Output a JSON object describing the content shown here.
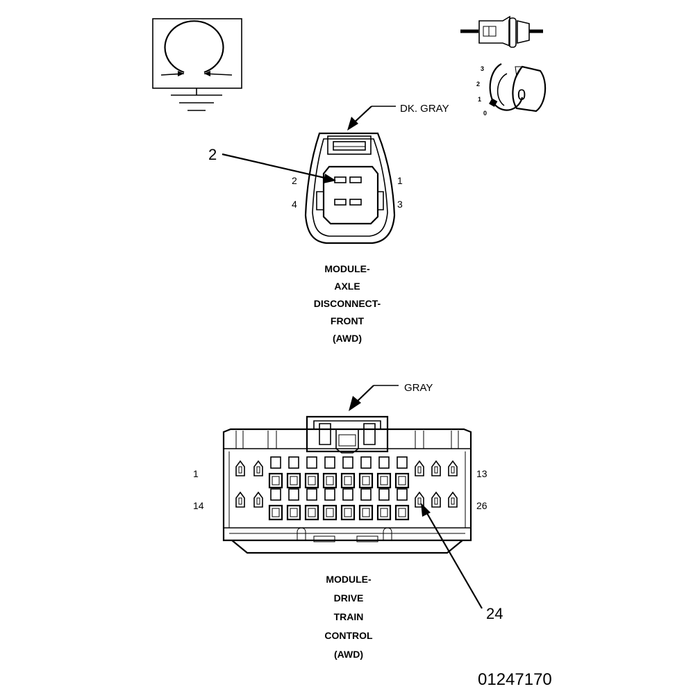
{
  "axle_connector": {
    "color_label": "DK. GRAY",
    "callout": "2",
    "pin_labels": [
      "2",
      "1",
      "4",
      "3"
    ],
    "title_lines": [
      "MODULE-",
      "AXLE",
      "DISCONNECT-",
      "FRONT",
      "(AWD)"
    ]
  },
  "dtc_connector": {
    "color_label": "GRAY",
    "callout": "24",
    "pin_labels": [
      "1",
      "13",
      "14",
      "26"
    ],
    "title_lines": [
      "MODULE-",
      "DRIVE",
      "TRAIN",
      "CONTROL",
      "(AWD)"
    ]
  },
  "ignition_symbol": {
    "positions": [
      "3",
      "2",
      "1",
      "0"
    ],
    "key_position": "0"
  },
  "figure_id": "01247170"
}
